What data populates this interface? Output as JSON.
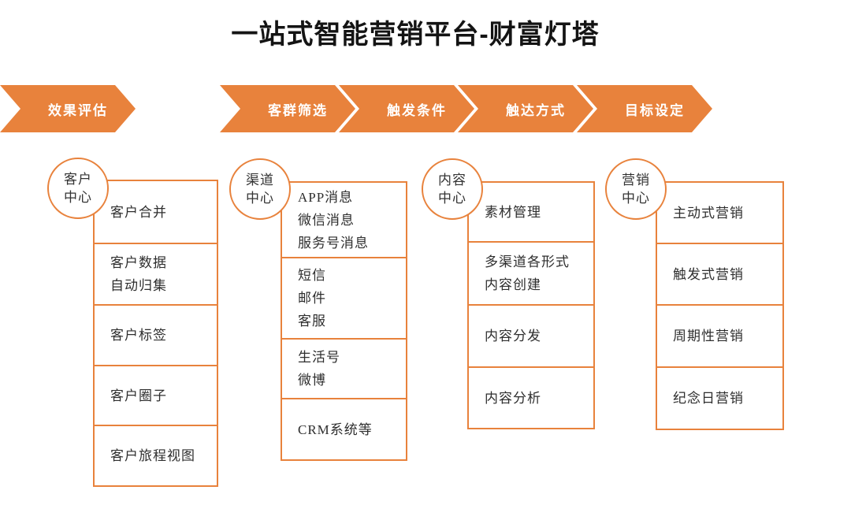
{
  "title": "一站式智能营销平台-财富灯塔",
  "colors": {
    "accent_orange": "#E8823C",
    "text_dark": "#2e2e2e",
    "arrow_text": "#ffffff",
    "background": "#ffffff"
  },
  "flow_steps": [
    {
      "label": "客群筛选"
    },
    {
      "label": "触发条件"
    },
    {
      "label": "触达方式"
    },
    {
      "label": "目标设定"
    },
    {
      "label": "效果评估"
    }
  ],
  "columns": [
    {
      "center_label": [
        "客户",
        "中心"
      ],
      "boxes": [
        {
          "lines": [
            "客户合并"
          ]
        },
        {
          "lines": [
            "客户数据",
            "自动归集"
          ]
        },
        {
          "lines": [
            "客户标签"
          ]
        },
        {
          "lines": [
            "客户圈子"
          ]
        },
        {
          "lines": [
            "客户旅程视图"
          ]
        }
      ]
    },
    {
      "center_label": [
        "渠道",
        "中心"
      ],
      "boxes": [
        {
          "lines": [
            "APP消息",
            "微信消息",
            "服务号消息"
          ]
        },
        {
          "lines": [
            "短信",
            "邮件",
            "客服"
          ]
        },
        {
          "lines": [
            "生活号",
            "微博"
          ]
        },
        {
          "lines": [
            "CRM系统等"
          ]
        }
      ]
    },
    {
      "center_label": [
        "内容",
        "中心"
      ],
      "boxes": [
        {
          "lines": [
            "素材管理"
          ]
        },
        {
          "lines": [
            "多渠道各形式",
            "内容创建"
          ]
        },
        {
          "lines": [
            "内容分发"
          ]
        },
        {
          "lines": [
            "内容分析"
          ]
        }
      ]
    },
    {
      "center_label": [
        "营销",
        "中心"
      ],
      "boxes": [
        {
          "lines": [
            "主动式营销"
          ]
        },
        {
          "lines": [
            "触发式营销"
          ]
        },
        {
          "lines": [
            "周期性营销"
          ]
        },
        {
          "lines": [
            "纪念日营销"
          ]
        }
      ]
    }
  ]
}
